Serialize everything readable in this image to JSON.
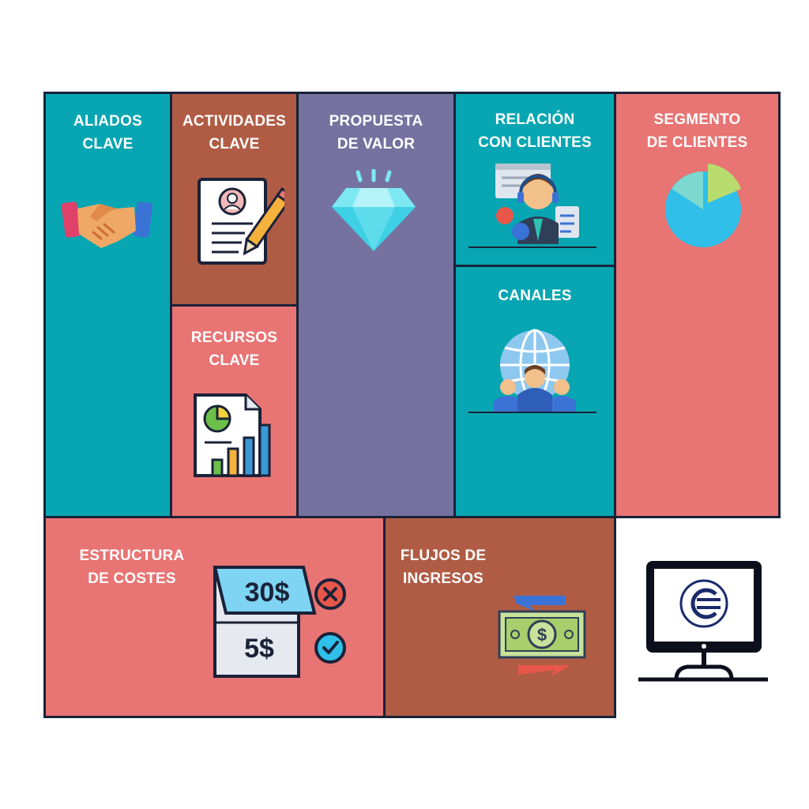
{
  "colors": {
    "teal": "#07a6b2",
    "brown": "#b05c45",
    "salmon": "#e87474",
    "purple": "#7572a0",
    "border": "#1a2238"
  },
  "blocks": {
    "aliados": {
      "line1": "ALIADOS",
      "line2": "CLAVE",
      "icon": "handshake-icon"
    },
    "actividades": {
      "line1": "ACTIVIDADES",
      "line2": "CLAVE",
      "icon": "resume-pencil-icon"
    },
    "recursos": {
      "line1": "RECURSOS",
      "line2": "CLAVE",
      "icon": "report-chart-icon"
    },
    "propuesta": {
      "line1": "PROPUESTA",
      "line2": "DE VALOR",
      "icon": "diamond-icon"
    },
    "relacion": {
      "line1": "RELACIÓN",
      "line2": "CON CLIENTES",
      "icon": "support-agent-icon"
    },
    "canales": {
      "line1": "CANALES",
      "icon": "globe-people-icon"
    },
    "segmento": {
      "line1": "SEGMENTO",
      "line2": "DE CLIENTES",
      "icon": "pie-chart-icon"
    },
    "costes": {
      "line1": "ESTRUCTURA",
      "line2": "DE COSTES",
      "icon": "price-tag-icon",
      "price_high": "30$",
      "price_low": "5$"
    },
    "ingresos": {
      "line1": "FLUJOS DE",
      "line2": "INGRESOS",
      "icon": "money-exchange-icon"
    }
  },
  "logo": {
    "icon": "monitor-logo-icon"
  }
}
